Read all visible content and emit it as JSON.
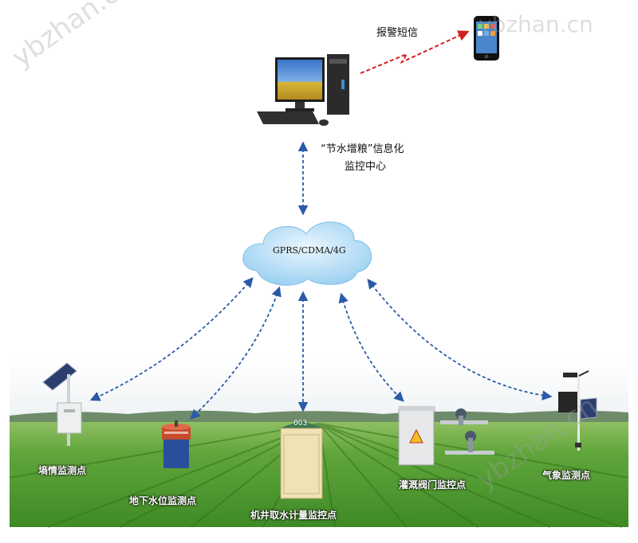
{
  "diagram": {
    "sms_label": "报警短信",
    "center_line1": "“节水增粮”信息化",
    "center_line2": "监控中心",
    "network_label": "GPRS/CDMA/4G",
    "nodes": {
      "soil": "墒情监测点",
      "groundwater": "地下水位监测点",
      "well": "机井取水计量监控点",
      "valve": "灌溉阀门监控点",
      "weather": "气象监测点"
    },
    "well_cabinet_number": "003"
  },
  "watermarks": [
    "ybzhan.cn",
    "ybzhan.cn",
    "ybzhan.cn"
  ],
  "colors": {
    "link_blue": "#2a5aa8",
    "alert_red": "#d42020",
    "cloud": "#a9d8f5",
    "field_green": "#4f9a2e"
  }
}
